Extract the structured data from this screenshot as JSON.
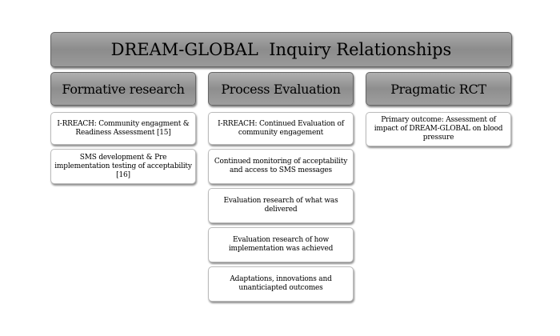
{
  "title": "DREAM-GLOBAL  Inquiry Relationships",
  "columns": [
    {
      "header": "Formative research",
      "items": [
        "I-RREACH: Community engagment & Readiness Assessment [15]",
        "SMS development & Pre implementation testing of acceptability [16]"
      ]
    },
    {
      "header": "Process Evaluation",
      "items": [
        "I-RREACH: Continued Evaluation of community engagement",
        "Continued monitoring of acceptability and access to SMS messages",
        "Evaluation research of what was delivered",
        "Evaluation research of how implementation was achieved",
        "Adaptations, innovations and unanticiapted outcomes"
      ]
    },
    {
      "header": "Pragmatic RCT",
      "items": [
        "Primary outcome: Assessment of impact of DREAM-GLOBAL on blood pressure"
      ]
    }
  ]
}
